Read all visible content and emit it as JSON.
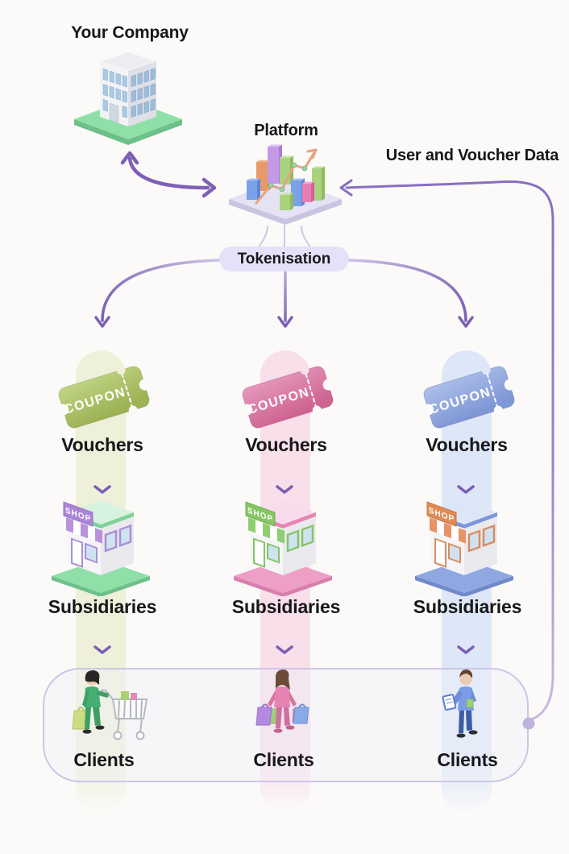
{
  "labels": {
    "company": "Your Company",
    "platform": "Platform",
    "user_voucher_data": "User and Voucher Data",
    "tokenisation": "Tokenisation"
  },
  "columns": [
    {
      "theme": "green",
      "band_color": "#eff0d9",
      "coupon": {
        "text": "COUPON",
        "color": "#a3bd5e"
      },
      "vouchers_label": "Vouchers",
      "shop": {
        "sign_text": "SHOP",
        "sign_color": "#ab84d8",
        "awning_color": "#b992dd",
        "trim_color": "#7fd39a",
        "base_color": "#8fdfa9"
      },
      "subsidiaries_label": "Subsidiaries",
      "clients_label": "Clients",
      "client_color": "#46b074"
    },
    {
      "theme": "pink",
      "band_color": "#f8dfe9",
      "coupon": {
        "text": "COUPON",
        "color": "#d8729f"
      },
      "vouchers_label": "Vouchers",
      "shop": {
        "sign_text": "SHOP",
        "sign_color": "#85c563",
        "awning_color": "#8fce6e",
        "trim_color": "#e884b2",
        "base_color": "#ef9fc6"
      },
      "subsidiaries_label": "Subsidiaries",
      "clients_label": "Clients",
      "client_color": "#e583b2"
    },
    {
      "theme": "blue",
      "band_color": "#dde7f8",
      "coupon": {
        "text": "COUPON",
        "color": "#8aa4de"
      },
      "vouchers_label": "Vouchers",
      "shop": {
        "sign_text": "SHOP",
        "sign_color": "#e08a56",
        "awning_color": "#e69366",
        "trim_color": "#7b96dd",
        "base_color": "#8fa8e2"
      },
      "subsidiaries_label": "Subsidiaries",
      "clients_label": "Clients",
      "client_color": "#7d9ce8"
    }
  ],
  "colors": {
    "background": "#fbfaf9",
    "arrow_purple": "#7e5fb5",
    "soft_line": "#cfc6e6",
    "pill_bg": "#e3e2f8",
    "container_border": "#cdc5e4",
    "text": "#17171a"
  }
}
